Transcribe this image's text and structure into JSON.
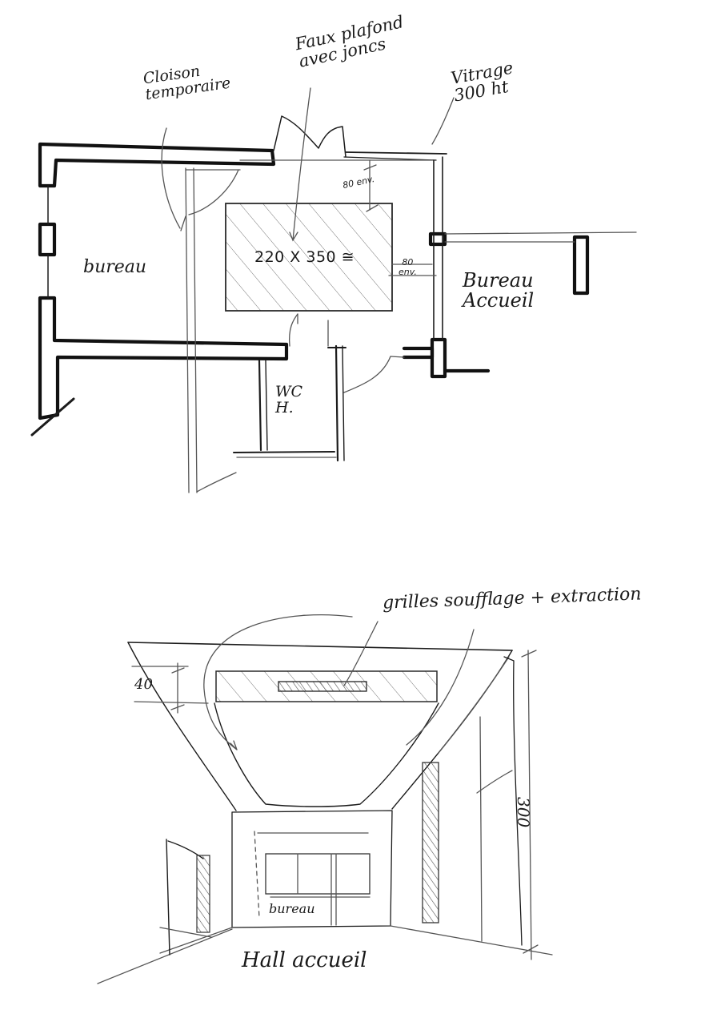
{
  "plan": {
    "cloison": "Cloison\ntemporaire",
    "faux_plafond": "Faux plafond\navec joncs",
    "vitrage": "Vitrage\n300 ht",
    "dim_top": "80 env.",
    "dim_right": "80\nenv.",
    "ceiling_size": "220 X 350 ≅",
    "bureau_left": "bureau",
    "bureau_accueil": "Bureau\nAccueil",
    "wc": "WC\nH."
  },
  "perspective": {
    "grilles": "grilles soufflage + extraction",
    "dim_40": "40",
    "dim_300": "300",
    "bureau": "bureau",
    "hall": "Hall accueil"
  }
}
